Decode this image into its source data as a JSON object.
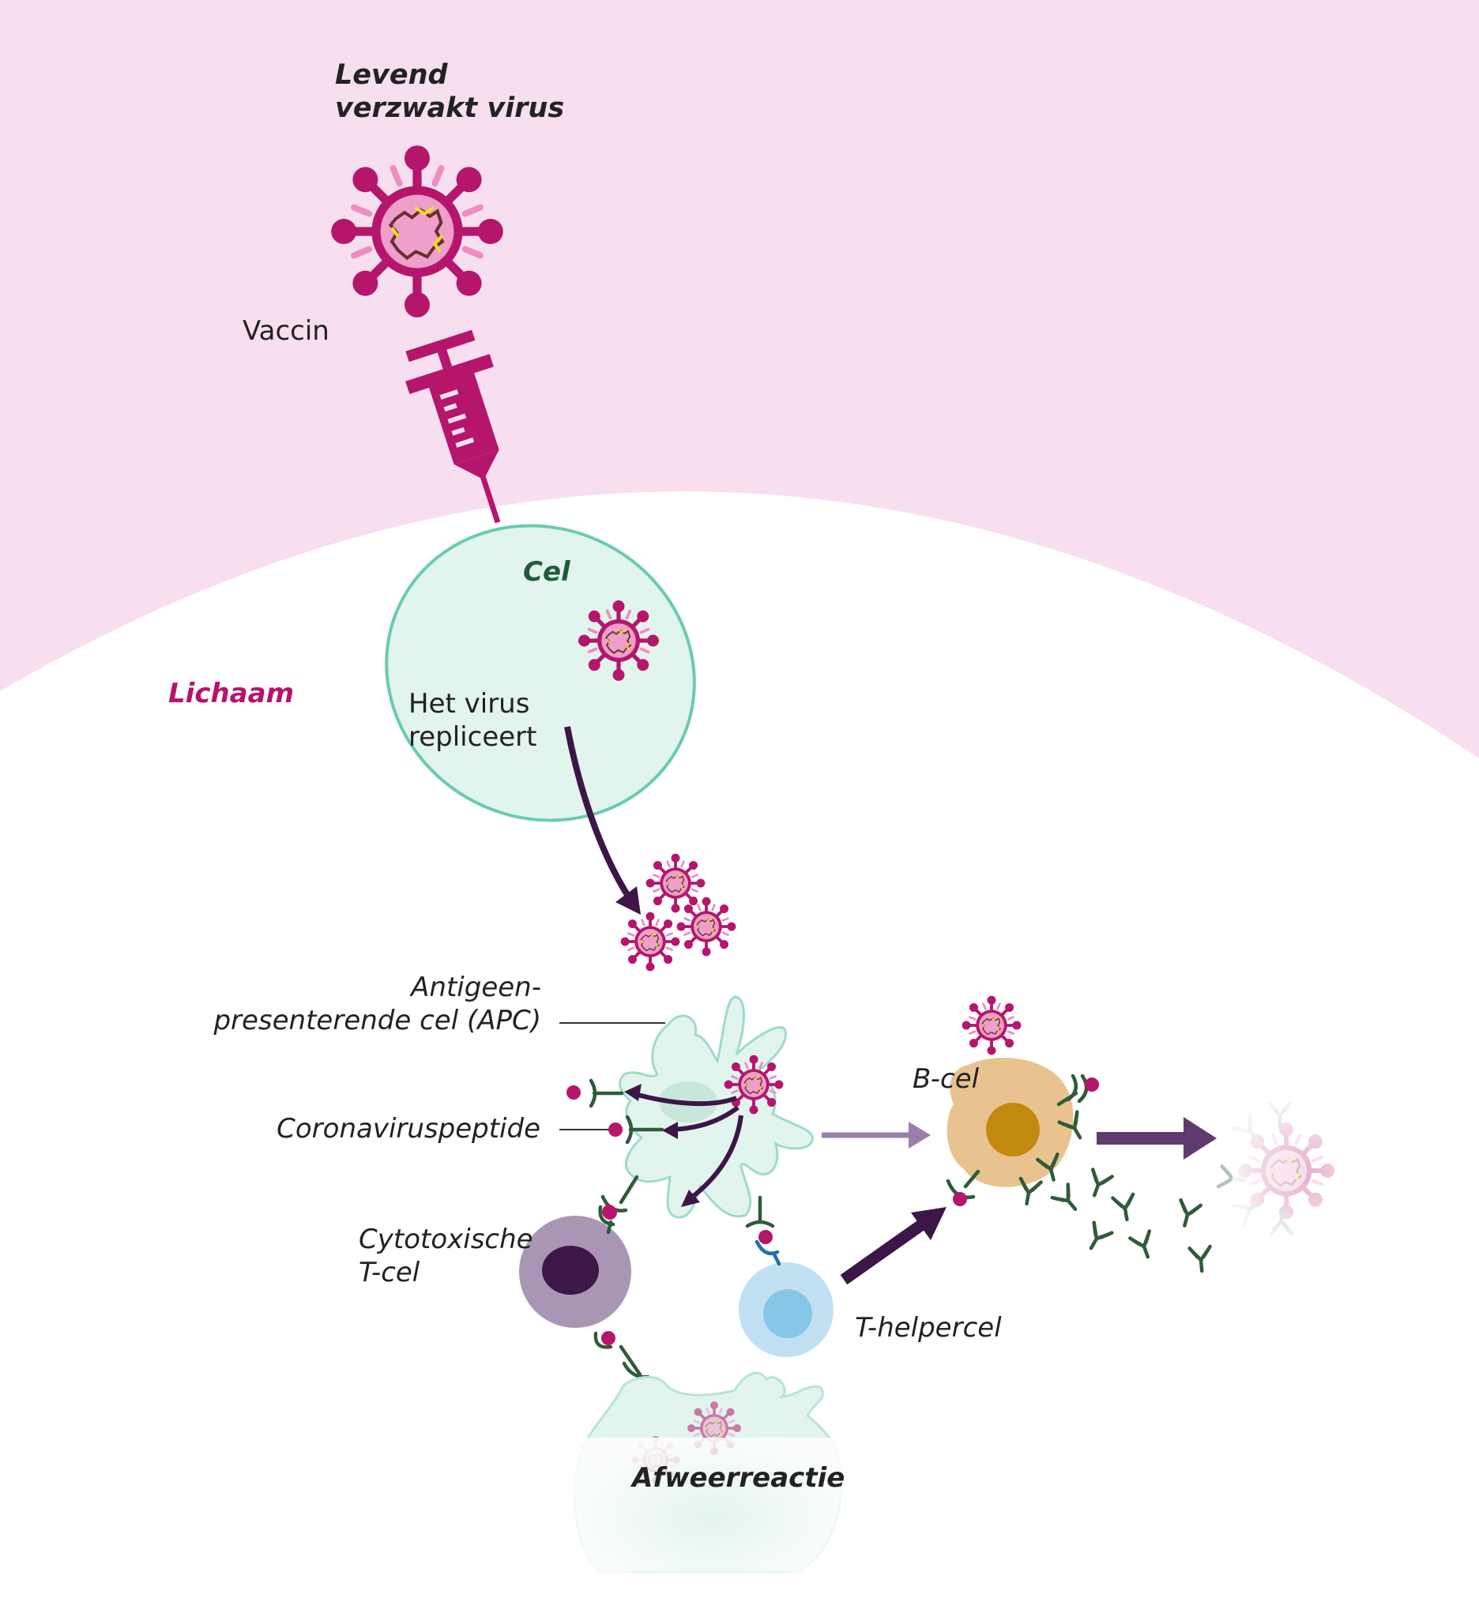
{
  "labels": {
    "virus_title": "Levend\nverzwakt virus",
    "vaccine": "Vaccin",
    "body": "Lichaam",
    "cell": "Cel",
    "replication": "Het virus\nrepliceert",
    "apc": "Antigeen-\npresenterende cel (APC)",
    "peptide": "Coronaviruspeptide",
    "cytotoxic_t_cell": "Cytotoxische\nT-cel",
    "b_cell": "B-cel",
    "t_helper_cell": "T-helpercel",
    "immune_response": "Afweerreactie"
  },
  "icons": {
    "virus": "coronavirus-icon",
    "syringe": "syringe-icon",
    "antibody": "antibody-icon"
  },
  "colors": {
    "top_background": "#f7dfef",
    "virus_magenta": "#b5166c",
    "virus_core": "#ee9fcb",
    "cell_fill": "#e2f4ee",
    "cell_stroke": "#6acbb0",
    "arrow_dark": "#3d1648",
    "arrow_light": "#9a7fab",
    "receptor_green": "#2f5b39",
    "cytotoxic_fill": "#a996b4",
    "cytotoxic_nucleus": "#3c1747",
    "b_cell_fill": "#e8c390",
    "b_cell_nucleus": "#c18a0e",
    "t_helper_fill": "#c1e0f2",
    "t_helper_nucleus": "#88c6e7",
    "body_label": "#b8126d",
    "cell_label": "#1f5b3a"
  }
}
